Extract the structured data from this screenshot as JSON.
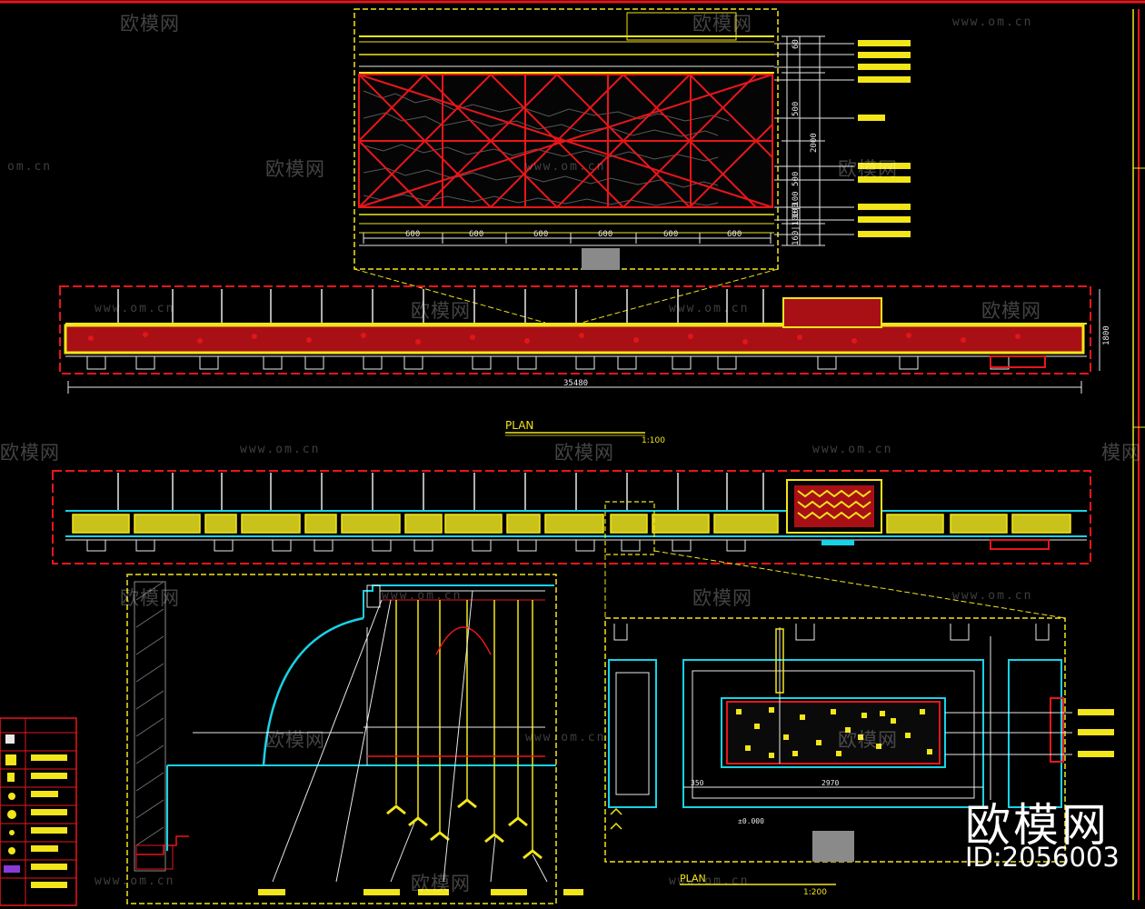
{
  "colors": {
    "background": "#000000",
    "red": "#e8161b",
    "yellow": "#f2e51a",
    "cyan": "#18d2e6",
    "white": "#e9e9e9",
    "gray": "#8a8a8a",
    "watermark": "#ffffff"
  },
  "detail_top": {
    "dimensions_bottom": [
      "600",
      "600",
      "600",
      "600",
      "600",
      "600"
    ],
    "dimensions_right": [
      "60",
      "500",
      "2000",
      "500",
      "100",
      "160|100|100"
    ]
  },
  "elevation": {
    "total_dim": "35480",
    "height_dim": "1800"
  },
  "plan": {
    "title": "PLAN",
    "scale": "1:100"
  },
  "detail_right": {
    "dims": [
      "350",
      "2970"
    ],
    "level": "±0.000"
  },
  "plan2": {
    "title": "PLAN",
    "scale": "1:200"
  },
  "watermarks": {
    "brand": "欧模网",
    "site": "www.om.cn",
    "site_short": "om.cn",
    "brand_partial": "模网"
  },
  "brand_big": "欧模网",
  "brand_id": "ID:2056003"
}
